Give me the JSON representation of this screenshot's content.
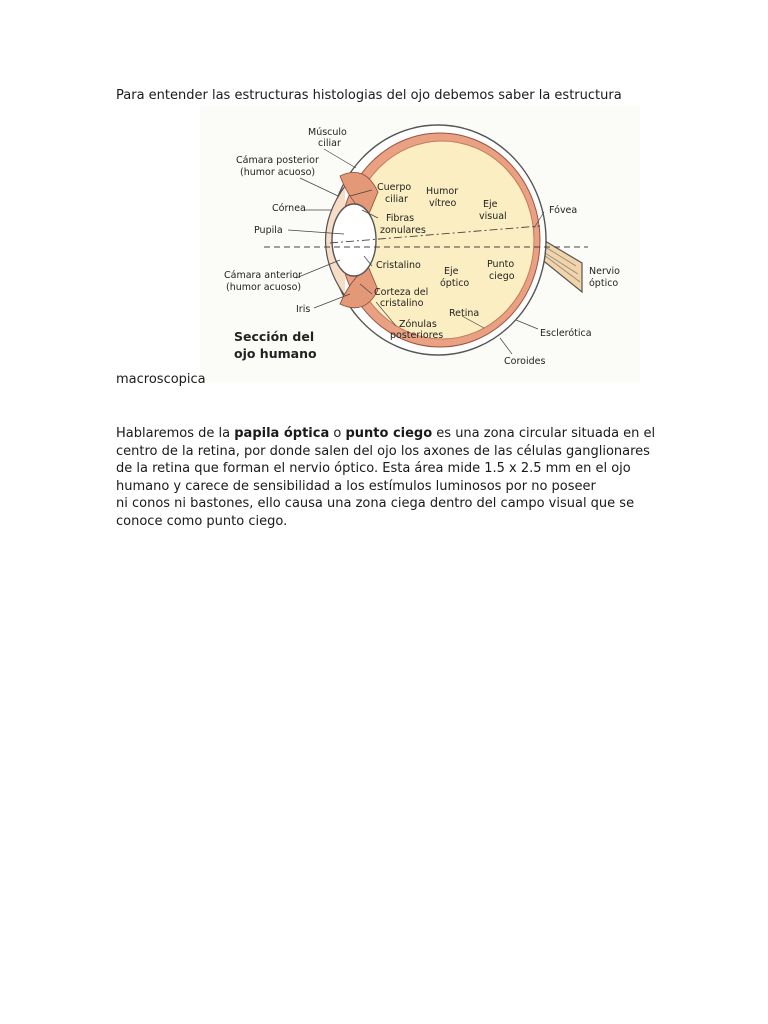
{
  "doc": {
    "intro": "Para entender las estructuras histologias del ojo debemos saber la estructura",
    "intro_cont": "macroscopica",
    "para": {
      "t1": "Hablaremos de la ",
      "term1": "papila óptica",
      "t2": " o ",
      "term2": "punto ciego",
      "t3": " es una zona circular situada en el centro de la retina, por donde salen del ojo los axones de las células ganglionares de la retina que forman el nervio óptico. Esta área mide 1.5 x 2.5 mm en el ojo humano y carece de sensibilidad a los estímulos luminosos por no poseer",
      "t4": "ni conos ni bastones, ello causa una zona ciega dentro del campo visual que se conoce como punto ciego."
    }
  },
  "figure": {
    "musculo_1": "Músculo",
    "musculo_2": "ciliar",
    "camara_post_1": "Cámara posterior",
    "camara_post_2": "(humor acuoso)",
    "cornea": "Córnea",
    "pupila": "Pupila",
    "camara_ant_1": "Cámara anterior",
    "camara_ant_2": "(humor acuoso)",
    "iris": "Iris",
    "seccion_1": "Sección del",
    "seccion_2": "ojo humano",
    "cuerpo_1": "Cuerpo",
    "cuerpo_2": "ciliar",
    "humor_1": "Humor",
    "humor_2": "vítreo",
    "eje_visual_1": "Eje",
    "eje_visual_2": "visual",
    "fibras_1": "Fibras",
    "fibras_2": "zonulares",
    "cristalino": "Cristalino",
    "eje_optico_1": "Eje",
    "eje_optico_2": "óptico",
    "punto_1": "Punto",
    "punto_2": "ciego",
    "corteza_1": "Corteza del",
    "corteza_2": "cristalino",
    "retina": "Retina",
    "zonulas_1": "Zónulas",
    "zonulas_2": "posteriores",
    "fovea": "Fóvea",
    "nervio_1": "Nervio",
    "nervio_2": "óptico",
    "esclerotica": "Esclerótica",
    "coroides": "Coroides"
  }
}
